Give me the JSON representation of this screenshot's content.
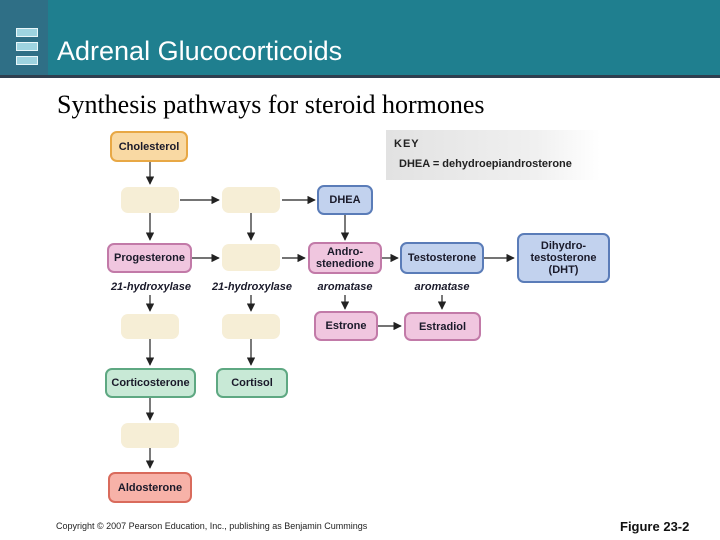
{
  "header": {
    "title": "Adrenal Glucocorticoids"
  },
  "subtitle": "Synthesis pathways for steroid hormones",
  "key": {
    "title": "KEY",
    "text": "DHEA = dehydroepiandrosterone"
  },
  "nodes": {
    "cholesterol": "Cholesterol",
    "dhea": "DHEA",
    "progesterone": "Progesterone",
    "androstenedione_1": "Andro-",
    "androstenedione_2": "stenedione",
    "testosterone": "Testosterone",
    "dht_1": "Dihydro-",
    "dht_2": "testosterone",
    "dht_3": "(DHT)",
    "estrone": "Estrone",
    "estradiol": "Estradiol",
    "corticosterone": "Corticosterone",
    "cortisol": "Cortisol",
    "aldosterone": "Aldosterone"
  },
  "enzymes": {
    "hydroxylase_1": "21-hydroxylase",
    "hydroxylase_2": "21-hydroxylase",
    "aromatase_1": "aromatase",
    "aromatase_2": "aromatase"
  },
  "colors": {
    "header": "#1f7f8f",
    "cholesterol": "#f9d9a3",
    "sex_steroid": "#f0c6df",
    "androgen": "#c2d2ee",
    "glucocorticoid": "#c8e9d6",
    "mineralocorticoid": "#f7b2a8"
  },
  "footer": {
    "copyright": "Copyright © 2007 Pearson Education, Inc., publishing as Benjamin Cummings",
    "figure": "Figure 23-2"
  }
}
